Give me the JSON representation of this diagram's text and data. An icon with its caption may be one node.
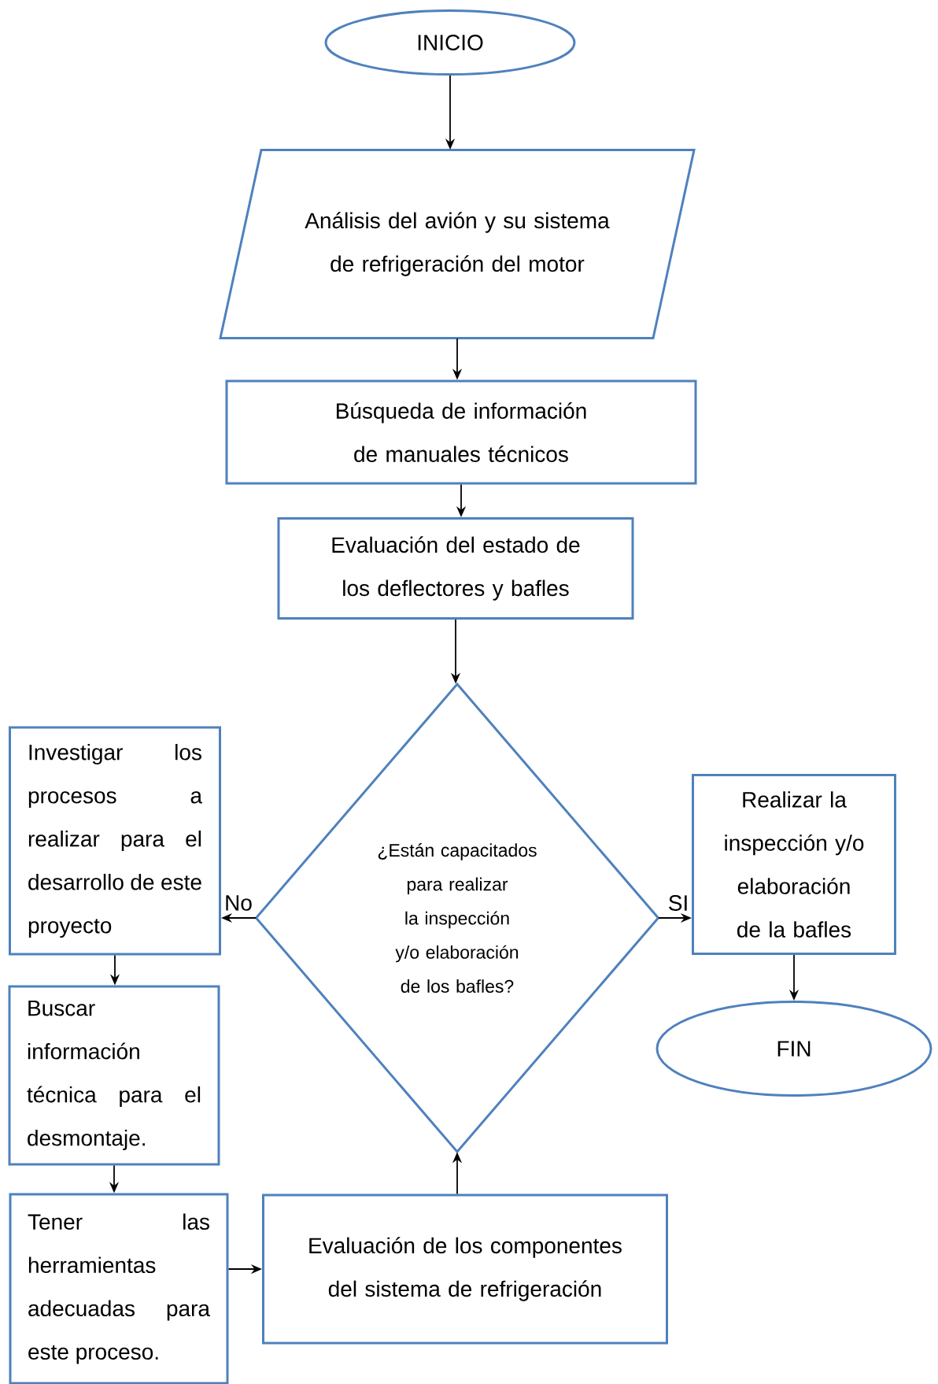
{
  "diagram": {
    "nodes": [
      {
        "text": [
          "INICIO"
        ]
      },
      {
        "text": [
          "Análisis del avión y su sistema de refrigeración del motor"
        ]
      },
      {
        "text": [
          "Búsqueda de información de manuales técnicos"
        ]
      },
      {
        "text": [
          "Evaluación del estado de los deflectores y bafles"
        ]
      },
      {
        "text": [
          "¿Están capacitados para realizar la inspección y/o elaboración de los bafles?"
        ]
      },
      {
        "text": [
          "Investigar los procesos a realizar para el desarrollo de este proyecto"
        ]
      },
      {
        "text": [
          "Buscar información técnica para el desmontaje."
        ]
      },
      {
        "text": [
          "Tener las herramientas adecuadas para este proceso."
        ]
      },
      {
        "text": [
          "Evaluación de los componentes del sistema de refrigeración"
        ]
      },
      {
        "text": [
          "Realizar la inspección y/o elaboración de la bafles"
        ]
      },
      {
        "text": [
          "FIN"
        ]
      }
    ],
    "edges": [
      {
        "from": 0,
        "to": 1,
        "arrow": "to"
      },
      {
        "from": 1,
        "to": 2,
        "arrow": "to"
      },
      {
        "from": 2,
        "to": 3,
        "arrow": "to"
      },
      {
        "from": 3,
        "to": 4,
        "arrow": "to"
      },
      {
        "from": 4,
        "to": 5,
        "arrow": "to",
        "label": "No"
      },
      {
        "from": 4,
        "to": 9,
        "arrow": "to",
        "label": "SI"
      },
      {
        "from": 5,
        "to": 6,
        "arrow": "to"
      },
      {
        "from": 6,
        "to": 7,
        "arrow": "to"
      },
      {
        "from": 7,
        "to": 8,
        "arrow": "to"
      },
      {
        "from": 8,
        "to": 4,
        "arrow": "to"
      },
      {
        "from": 9,
        "to": 10,
        "arrow": "to"
      }
    ]
  }
}
